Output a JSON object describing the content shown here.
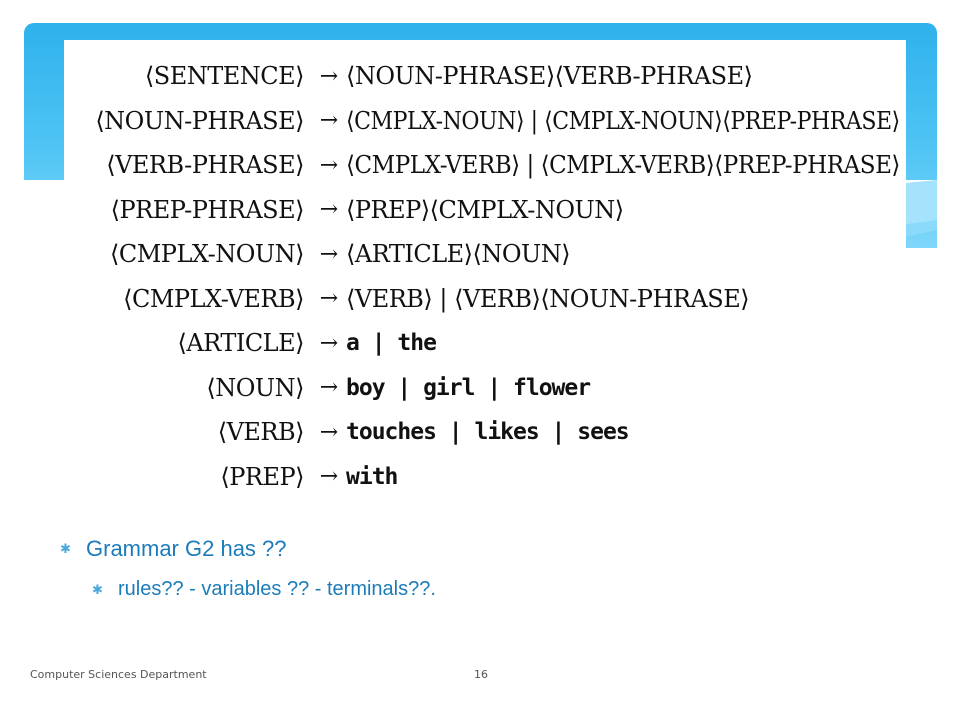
{
  "grammar": {
    "rules": [
      {
        "lhs": "⟨SENTENCE⟩",
        "rhs": "⟨NOUN-PHRASE⟩⟨VERB-PHRASE⟩",
        "terminal": false
      },
      {
        "lhs": "⟨NOUN-PHRASE⟩",
        "rhs": "⟨CMPLX-NOUN⟩ | ⟨CMPLX-NOUN⟩⟨PREP-PHRASE⟩",
        "terminal": false
      },
      {
        "lhs": "⟨VERB-PHRASE⟩",
        "rhs": "⟨CMPLX-VERB⟩ | ⟨CMPLX-VERB⟩⟨PREP-PHRASE⟩",
        "terminal": false
      },
      {
        "lhs": "⟨PREP-PHRASE⟩",
        "rhs": "⟨PREP⟩⟨CMPLX-NOUN⟩",
        "terminal": false
      },
      {
        "lhs": "⟨CMPLX-NOUN⟩",
        "rhs": "⟨ARTICLE⟩⟨NOUN⟩",
        "terminal": false
      },
      {
        "lhs": "⟨CMPLX-VERB⟩",
        "rhs": "⟨VERB⟩ | ⟨VERB⟩⟨NOUN-PHRASE⟩",
        "terminal": false
      },
      {
        "lhs": "⟨ARTICLE⟩",
        "rhs": "a | the",
        "terminal": true
      },
      {
        "lhs": "⟨NOUN⟩",
        "rhs": "boy | girl | flower",
        "terminal": true
      },
      {
        "lhs": "⟨VERB⟩",
        "rhs": "touches | likes | sees",
        "terminal": true
      },
      {
        "lhs": "⟨PREP⟩",
        "rhs": "with",
        "terminal": true
      }
    ],
    "arrow": "→"
  },
  "bullets": {
    "main": "Grammar G2 has ??",
    "sub": "rules?? - variables ??  - terminals??."
  },
  "footer": {
    "department": "Computer Sciences Department",
    "page_number": "16"
  },
  "colors": {
    "banner": "#2fb1ec",
    "bullet_text": "#1c7cba"
  }
}
